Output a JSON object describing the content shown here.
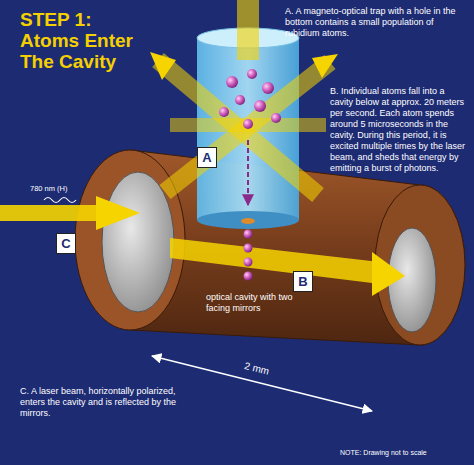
{
  "diagram": {
    "title": "STEP 1: Atoms Enter The Cavity",
    "nodes": [
      {
        "text": [
          "A"
        ]
      },
      {
        "text": [
          "B"
        ]
      },
      {
        "text": [
          "C"
        ]
      }
    ],
    "labels": [
      "A. A magneto-optical trap with a hole in the bottom contains a small population of rubidium atoms.",
      "B. Individual atoms fall into a cavity below at approx. 20 meters per second. Each atom spends around 5 microseconds in the cavity. During this period, it is excited multiple times by the laser beam, and sheds that energy by emitting a burst of photons.",
      "C. A laser beam, horizontally polarized, enters the cavity and is reflected by the mirrors.",
      "780 nm (H)",
      "optical cavity with two facing mirrors",
      "2 mm",
      "NOTE: Drawing not to scale"
    ]
  }
}
